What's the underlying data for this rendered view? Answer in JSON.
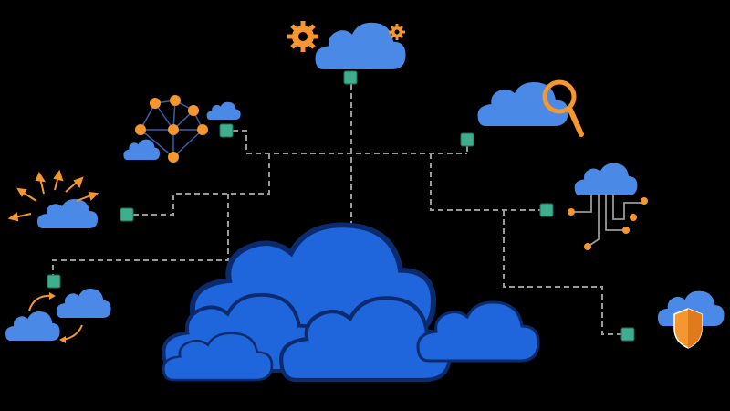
{
  "colors": {
    "background": "#000000",
    "cloud_light": "#4a8ae6",
    "cloud_main": "#1f66dc",
    "cloud_outline": "#0b2b6e",
    "accent_orange": "#f5962e",
    "node_green": "#3fae8f",
    "connector": "#9a9a9a"
  },
  "elements": [
    {
      "id": "central-cloud-cluster",
      "icon": "cloud-cluster-icon"
    },
    {
      "id": "settings-cloud",
      "icon": "cloud-gear-icon"
    },
    {
      "id": "network-cloud",
      "icon": "cloud-network-icon"
    },
    {
      "id": "search-cloud",
      "icon": "cloud-magnifier-icon"
    },
    {
      "id": "broadcast-cloud",
      "icon": "cloud-radiating-arrows-icon"
    },
    {
      "id": "sync-cloud",
      "icon": "cloud-sync-icon"
    },
    {
      "id": "circuit-cloud",
      "icon": "cloud-circuit-icon"
    },
    {
      "id": "security-cloud",
      "icon": "cloud-shield-icon"
    }
  ]
}
